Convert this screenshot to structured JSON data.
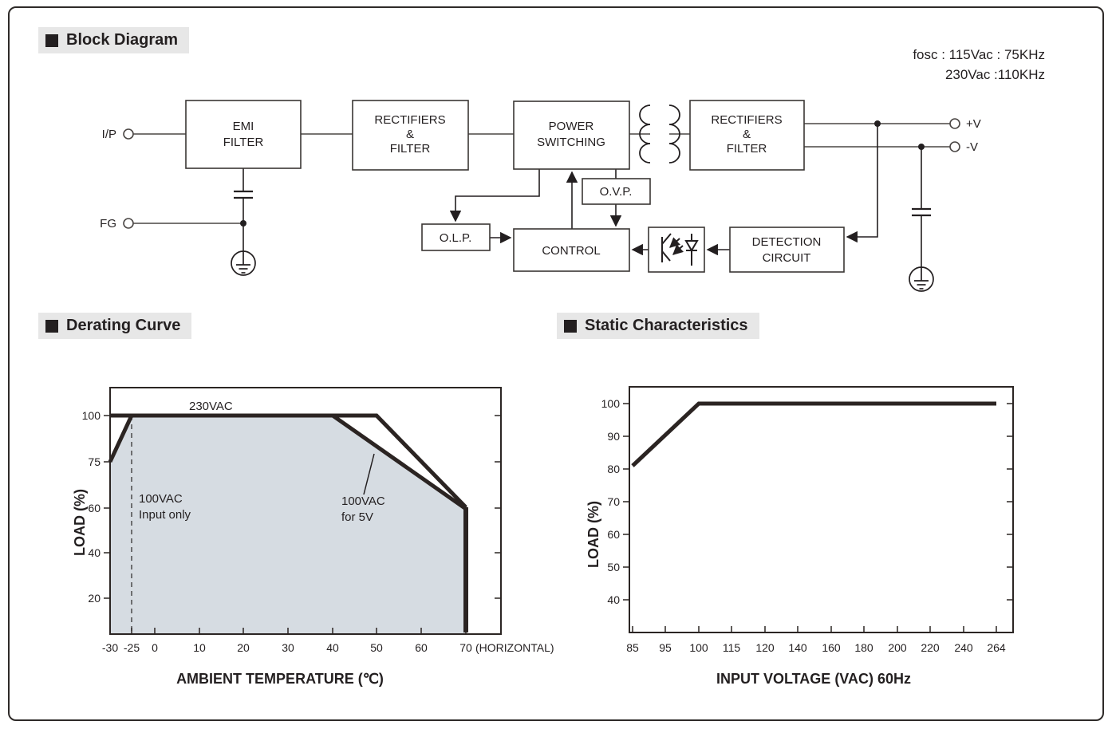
{
  "meta": {
    "ink_color": "#231f20",
    "header_bg": "#e7e7e7",
    "derating_fill_color": "#d6dce2"
  },
  "headers": {
    "block_diagram": "Block Diagram",
    "derating": "Derating Curve",
    "static_chars": "Static Characteristics"
  },
  "fosc": {
    "line1": "fosc : 115Vac : 75KHz",
    "line2": "230Vac :110KHz"
  },
  "block_diagram": {
    "terminals": {
      "ip": "I/P",
      "fg": "FG",
      "vplus": "+V",
      "vminus": "-V"
    },
    "blocks": {
      "emi": [
        "EMI",
        "FILTER"
      ],
      "rectifiers1": [
        "RECTIFIERS",
        "&",
        "FILTER"
      ],
      "power_switching": [
        "POWER",
        "SWITCHING"
      ],
      "rectifiers2": [
        "RECTIFIERS",
        "&",
        "FILTER"
      ],
      "ovp": [
        "O.V.P."
      ],
      "olp": [
        "O.L.P."
      ],
      "control": [
        "CONTROL"
      ],
      "detection": [
        "DETECTION",
        "CIRCUIT"
      ]
    }
  },
  "chart_data": [
    {
      "id": "derating_curve",
      "type": "line",
      "title": "Derating Curve",
      "xlabel": "AMBIENT TEMPERATURE (℃)",
      "xlabel_suffix": "(HORIZONTAL)",
      "ylabel": "LOAD (%)",
      "x_ticks": [
        "-30",
        "-25",
        "0",
        "10",
        "20",
        "30",
        "40",
        "50",
        "60",
        "70"
      ],
      "y_ticks": [
        "20",
        "40",
        "60",
        "75",
        "100"
      ],
      "ylim": [
        0,
        110
      ],
      "grid": false,
      "series": [
        {
          "name": "230VAC",
          "points": [
            [
              -30,
              100
            ],
            [
              50,
              100
            ],
            [
              70,
              60
            ],
            [
              70,
              0
            ]
          ]
        },
        {
          "name": "100VAC",
          "points": [
            [
              -30,
              75
            ],
            [
              -25,
              100
            ],
            [
              40,
              100
            ],
            [
              70,
              60
            ],
            [
              70,
              0
            ]
          ],
          "area_fill": true
        }
      ],
      "annotations": [
        {
          "text": "230VAC"
        },
        {
          "lines": [
            "100VAC",
            "Input only"
          ]
        },
        {
          "lines": [
            "100VAC",
            "for 5V"
          ]
        }
      ],
      "dashed_guide_x": -25
    },
    {
      "id": "static_characteristics",
      "type": "line",
      "title": "Static Characteristics",
      "xlabel": "INPUT VOLTAGE (VAC) 60Hz",
      "ylabel": "LOAD (%)",
      "x_ticks": [
        "85",
        "95",
        "100",
        "115",
        "120",
        "140",
        "160",
        "180",
        "200",
        "220",
        "240",
        "264"
      ],
      "y_ticks": [
        "40",
        "50",
        "60",
        "70",
        "80",
        "90",
        "100"
      ],
      "ylim": [
        30,
        105
      ],
      "grid": false,
      "series": [
        {
          "name": "LOAD",
          "points": [
            [
              85,
              81
            ],
            [
              100,
              100
            ],
            [
              264,
              100
            ]
          ]
        }
      ]
    }
  ]
}
